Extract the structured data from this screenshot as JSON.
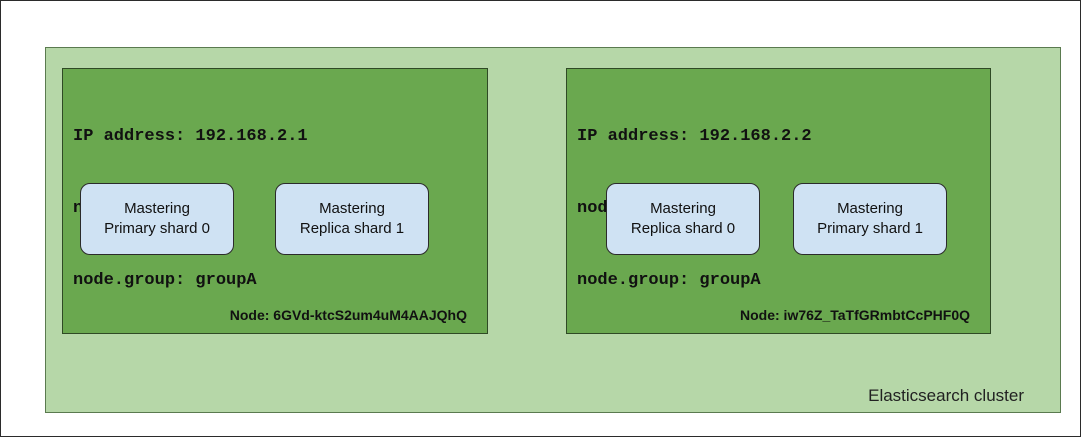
{
  "cluster": {
    "label": "Elasticsearch cluster"
  },
  "nodes": [
    {
      "ip": "IP address: 192.168.2.1",
      "tag": "node.tag: node1",
      "group": "node.group: groupA",
      "shards": [
        {
          "line1": "Mastering",
          "line2": "Primary shard 0"
        },
        {
          "line1": "Mastering",
          "line2": "Replica shard 1"
        }
      ],
      "id": "Node: 6GVd-ktcS2um4uM4AAJQhQ"
    },
    {
      "ip": "IP address: 192.168.2.2",
      "tag": "node.tag: node2",
      "group": "node.group: groupA",
      "shards": [
        {
          "line1": "Mastering",
          "line2": "Replica shard 0"
        },
        {
          "line1": "Mastering",
          "line2": "Primary shard 1"
        }
      ],
      "id": "Node: iw76Z_TaTfGRmbtCcPHF0Q"
    }
  ],
  "colors": {
    "cluster_bg": "#b6d7a8",
    "node_bg": "#6aa84f",
    "shard_bg": "#cfe2f3"
  }
}
